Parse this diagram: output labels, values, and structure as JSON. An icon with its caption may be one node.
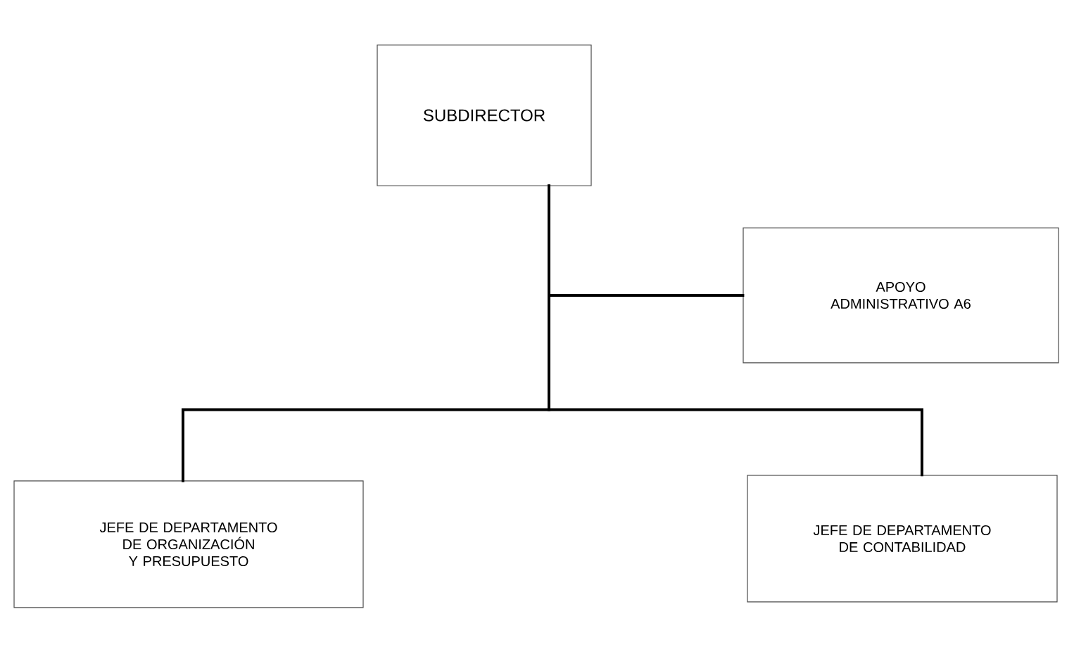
{
  "diagram": {
    "nodes": [
      {
        "text": [
          "SUBDIRECTOR"
        ]
      },
      {
        "text": [
          "APOYO ADMINISTRATIVO A6"
        ]
      },
      {
        "text": [
          "JEFE DE DEPARTAMENTO DE ORGANIZACIÓN Y PRESUPUESTO"
        ]
      },
      {
        "text": [
          "JEFE DE DEPARTAMENTO DE CONTABILIDAD"
        ]
      }
    ],
    "edges": [
      {
        "from": 0,
        "to": 1,
        "arrow": "none"
      },
      {
        "from": 0,
        "to": 2,
        "arrow": "none"
      },
      {
        "from": 0,
        "to": 3,
        "arrow": "none"
      }
    ]
  }
}
